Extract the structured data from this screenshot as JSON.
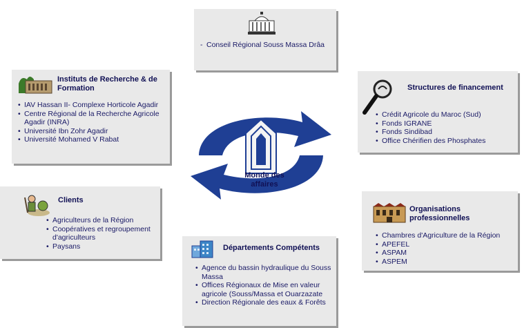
{
  "center": {
    "line1": "Monde des",
    "line2": "affaires"
  },
  "boxes": {
    "conseil": {
      "items": [
        "Conseil Régional Souss Massa Drâa"
      ]
    },
    "instituts": {
      "title": "Instituts de Recherche & de Formation",
      "items": [
        "IAV Hassan II- Complexe Horticole Agadir",
        "Centre Régional de la Recherche Agricole Agadir (INRA)",
        "Université Ibn Zohr Agadir",
        "Université Mohamed V Rabat"
      ]
    },
    "financement": {
      "title": "Structures de financement",
      "items": [
        "Crédit Agricole du Maroc (Sud)",
        "Fonds IGRANE",
        "Fonds Sindibad",
        "Office Chérifien des Phosphates"
      ]
    },
    "clients": {
      "title": "Clients",
      "items": [
        "Agriculteurs de la Région",
        "Coopératives et regroupement d'agriculteurs",
        "Paysans"
      ]
    },
    "organisations": {
      "title": "Organisations professionnelles",
      "items": [
        "Chambres d'Agriculture de la Région",
        "APEFEL",
        "ASPAM",
        "ASPEM"
      ]
    },
    "departements": {
      "title": "Départements Compétents",
      "items": [
        "Agence du bassin hydraulique du Souss Massa",
        "Offices Régionaux de Mise en valeur agricole (Souss/Massa et Ouarzazate",
        "Direction Régionale des eaux & Forêts"
      ]
    }
  },
  "colors": {
    "arrow": "#1f3f94",
    "ring": "#3b5aa6",
    "box": "#e9e9e9"
  }
}
